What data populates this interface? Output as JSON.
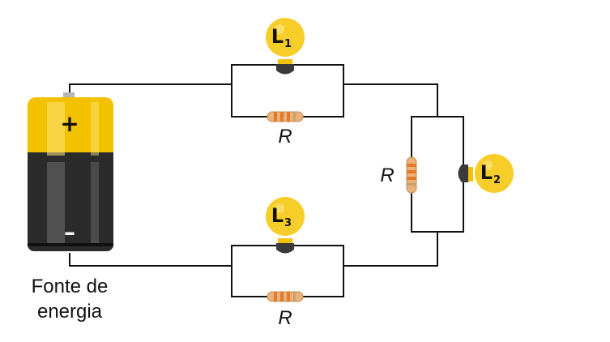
{
  "battery": {
    "positive_sign": "+",
    "negative_sign": "–",
    "label_line1": "Fonte de",
    "label_line2": "energia"
  },
  "lamps": [
    {
      "id": "L1",
      "letter": "L",
      "sub": "1"
    },
    {
      "id": "L2",
      "letter": "L",
      "sub": "2"
    },
    {
      "id": "L3",
      "letter": "L",
      "sub": "3"
    }
  ],
  "resistors": [
    {
      "label": "R"
    },
    {
      "label": "R"
    },
    {
      "label": "R"
    }
  ],
  "colors": {
    "battery_yellow": "#f2c200",
    "battery_dark": "#2b2b2b",
    "bulb_yellow": "#f7cd2a",
    "bulb_base": "#3a3a3a",
    "resistor_body": "#e8b27a",
    "resistor_band": "#e3792b",
    "wire": "#111111"
  }
}
